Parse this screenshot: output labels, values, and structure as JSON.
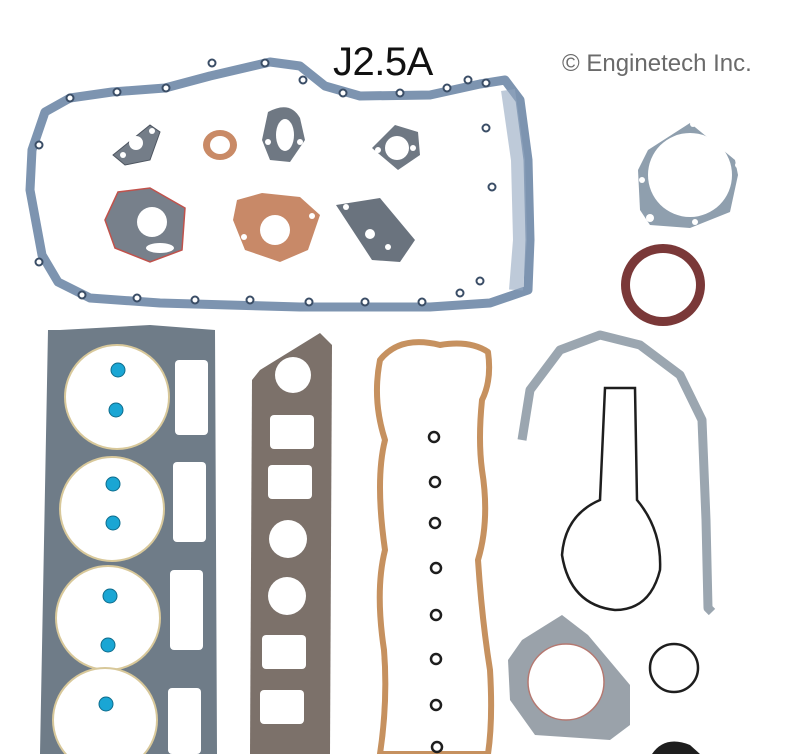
{
  "image": {
    "subject": "Engine full gasket set product photo",
    "part_number": "J2.5A",
    "copyright": "© Enginetech Inc.",
    "background": "#ffffff"
  },
  "components": [
    {
      "name": "oil-pan-gasket",
      "color": "#7d94b0"
    },
    {
      "name": "small-steel-gaskets",
      "count": 5,
      "color": "#74808c"
    },
    {
      "name": "copper-washer",
      "color": "#c98a66"
    },
    {
      "name": "fiber-thermostat-gasket",
      "color": "#c88968"
    },
    {
      "name": "water-pump-gasket",
      "color": "#8f9fae"
    },
    {
      "name": "rear-main-seal",
      "color": "#7a3838"
    },
    {
      "name": "cylinder-head-gasket",
      "color": "#6f7c88",
      "fire_ring_caps": "#1aa6d4"
    },
    {
      "name": "intake-exhaust-manifold-gasket",
      "color": "#7c716a"
    },
    {
      "name": "cork-valve-cover-gasket",
      "color": "#c6915f"
    },
    {
      "name": "valve-stem-o-rings",
      "count": 9,
      "color": "#1e1e1e"
    },
    {
      "name": "timing-cover-gasket",
      "color": "#9ba6b0"
    },
    {
      "name": "oil-pump-o-ring",
      "color": "#1e1e1e"
    },
    {
      "name": "water-pump-gasket-lower",
      "color": "#9aa2aa"
    },
    {
      "name": "small-o-ring",
      "color": "#1e1e1e"
    }
  ]
}
